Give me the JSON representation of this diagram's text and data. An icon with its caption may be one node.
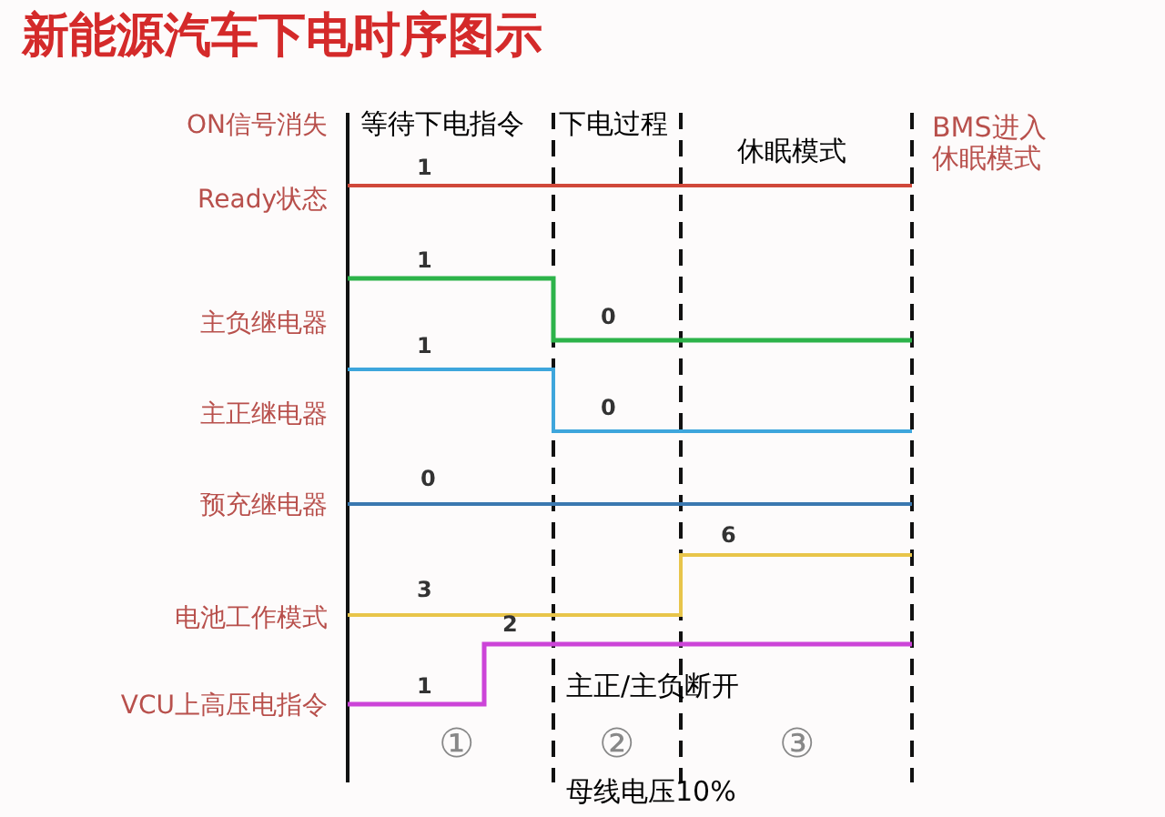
{
  "diagram": {
    "title": "新能源汽车下电时序图示",
    "labels": [
      "ON信号消失",
      "等待下电指令",
      "下电过程",
      "BMS进入休眠模式",
      "休眠模式",
      "1",
      "Ready状态",
      "1",
      "主负继电器",
      "0",
      "1",
      "主正继电器",
      "0",
      "0",
      "预充继电器",
      "6",
      "3",
      "电池工作模式",
      "2",
      "1",
      "主正/主负断开",
      "VCU上高压电指令",
      "①",
      "②",
      "③",
      "母线电压10%"
    ]
  }
}
